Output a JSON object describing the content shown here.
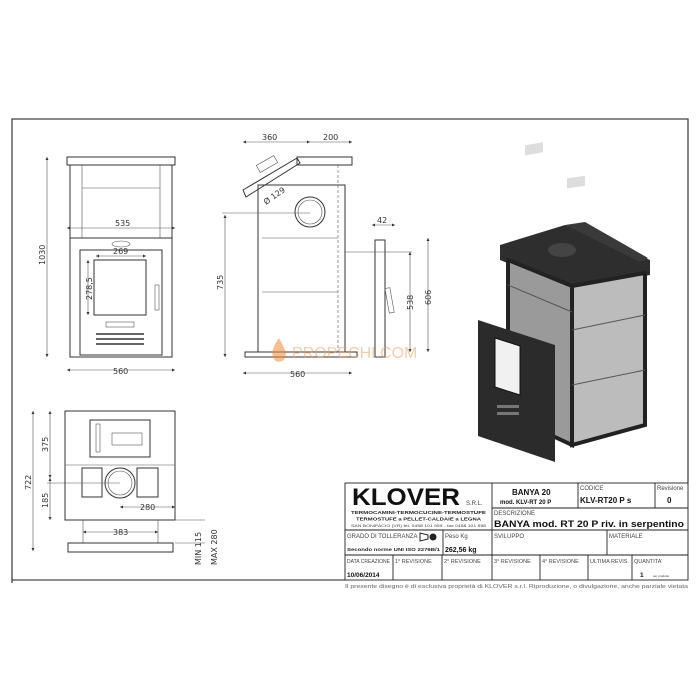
{
  "drawing": {
    "front_view": {
      "dims": {
        "width_top": "535",
        "glass_width": "269",
        "glass_height": "278,5",
        "height": "1030",
        "width": "560"
      }
    },
    "side_view": {
      "dims": {
        "depth_front": "360",
        "depth_back": "200",
        "flue_diameter": "Ø 129",
        "flue_height": "735",
        "width": "560"
      }
    },
    "rear_detail": {
      "dims": {
        "thickness": "42",
        "height_inner": "538",
        "height_outer": "606"
      }
    },
    "top_view": {
      "dims": {
        "total": "722",
        "upper": "375",
        "lower": "185",
        "offset": "280",
        "base": "383",
        "min_label": "MIN 115",
        "max_label": "MAX 280"
      }
    },
    "watermark": "PROPECHI.COM"
  },
  "title_block": {
    "logo": "KLOVER",
    "logo_suffix": "S.R.L.",
    "company_line1": "TERMOCAMINI-TERMOCUCINE-TERMOSTUFE",
    "company_line2": "TERMOSTUFE a PELLET-CALDAIE a LEGNA",
    "company_line3": "SAN BONIFACIO (VR) tel. 0458 101 959 - fax 0458 101 958",
    "product_name": "BANYA 20",
    "product_model": "mod. KLV-RT 20 P",
    "codice_label": "CODICE",
    "codice_value": "KLV-RT20 P s",
    "revisione_label": "Revisione",
    "revisione_value": "0",
    "descrizione_label": "DESCRIZIONE",
    "descrizione_value": "BANYA mod. RT 20 P riv. in serpentino",
    "grado_label": "GRADO DI TOLLERANZA",
    "grado_value": "Secondo norme UNI ISO 2276B/1",
    "peso_label": "Peso Kg",
    "peso_value": "262,56 kg",
    "sviluppo_label": "SVILUPPO",
    "materiale_label": "MATERIALE",
    "data_label": "DATA CREAZIONE",
    "data_value": "10/06/2014",
    "rev1_label": "1° REVISIONE",
    "rev2_label": "2° REVISIONE",
    "rev3_label": "3° REVISIONE",
    "rev4_label": "4° REVISIONE",
    "ultima_label": "ULTIMA REVIS.",
    "quantita_label": "QUANTITA'",
    "quantita_value": "1",
    "quantita_unit": "per prodotto",
    "footer": "Il presente disegno è di esclusiva proprietà di KLOVER s.r.l. Riproduzione, o divulgazione, anche parziale vietata"
  }
}
